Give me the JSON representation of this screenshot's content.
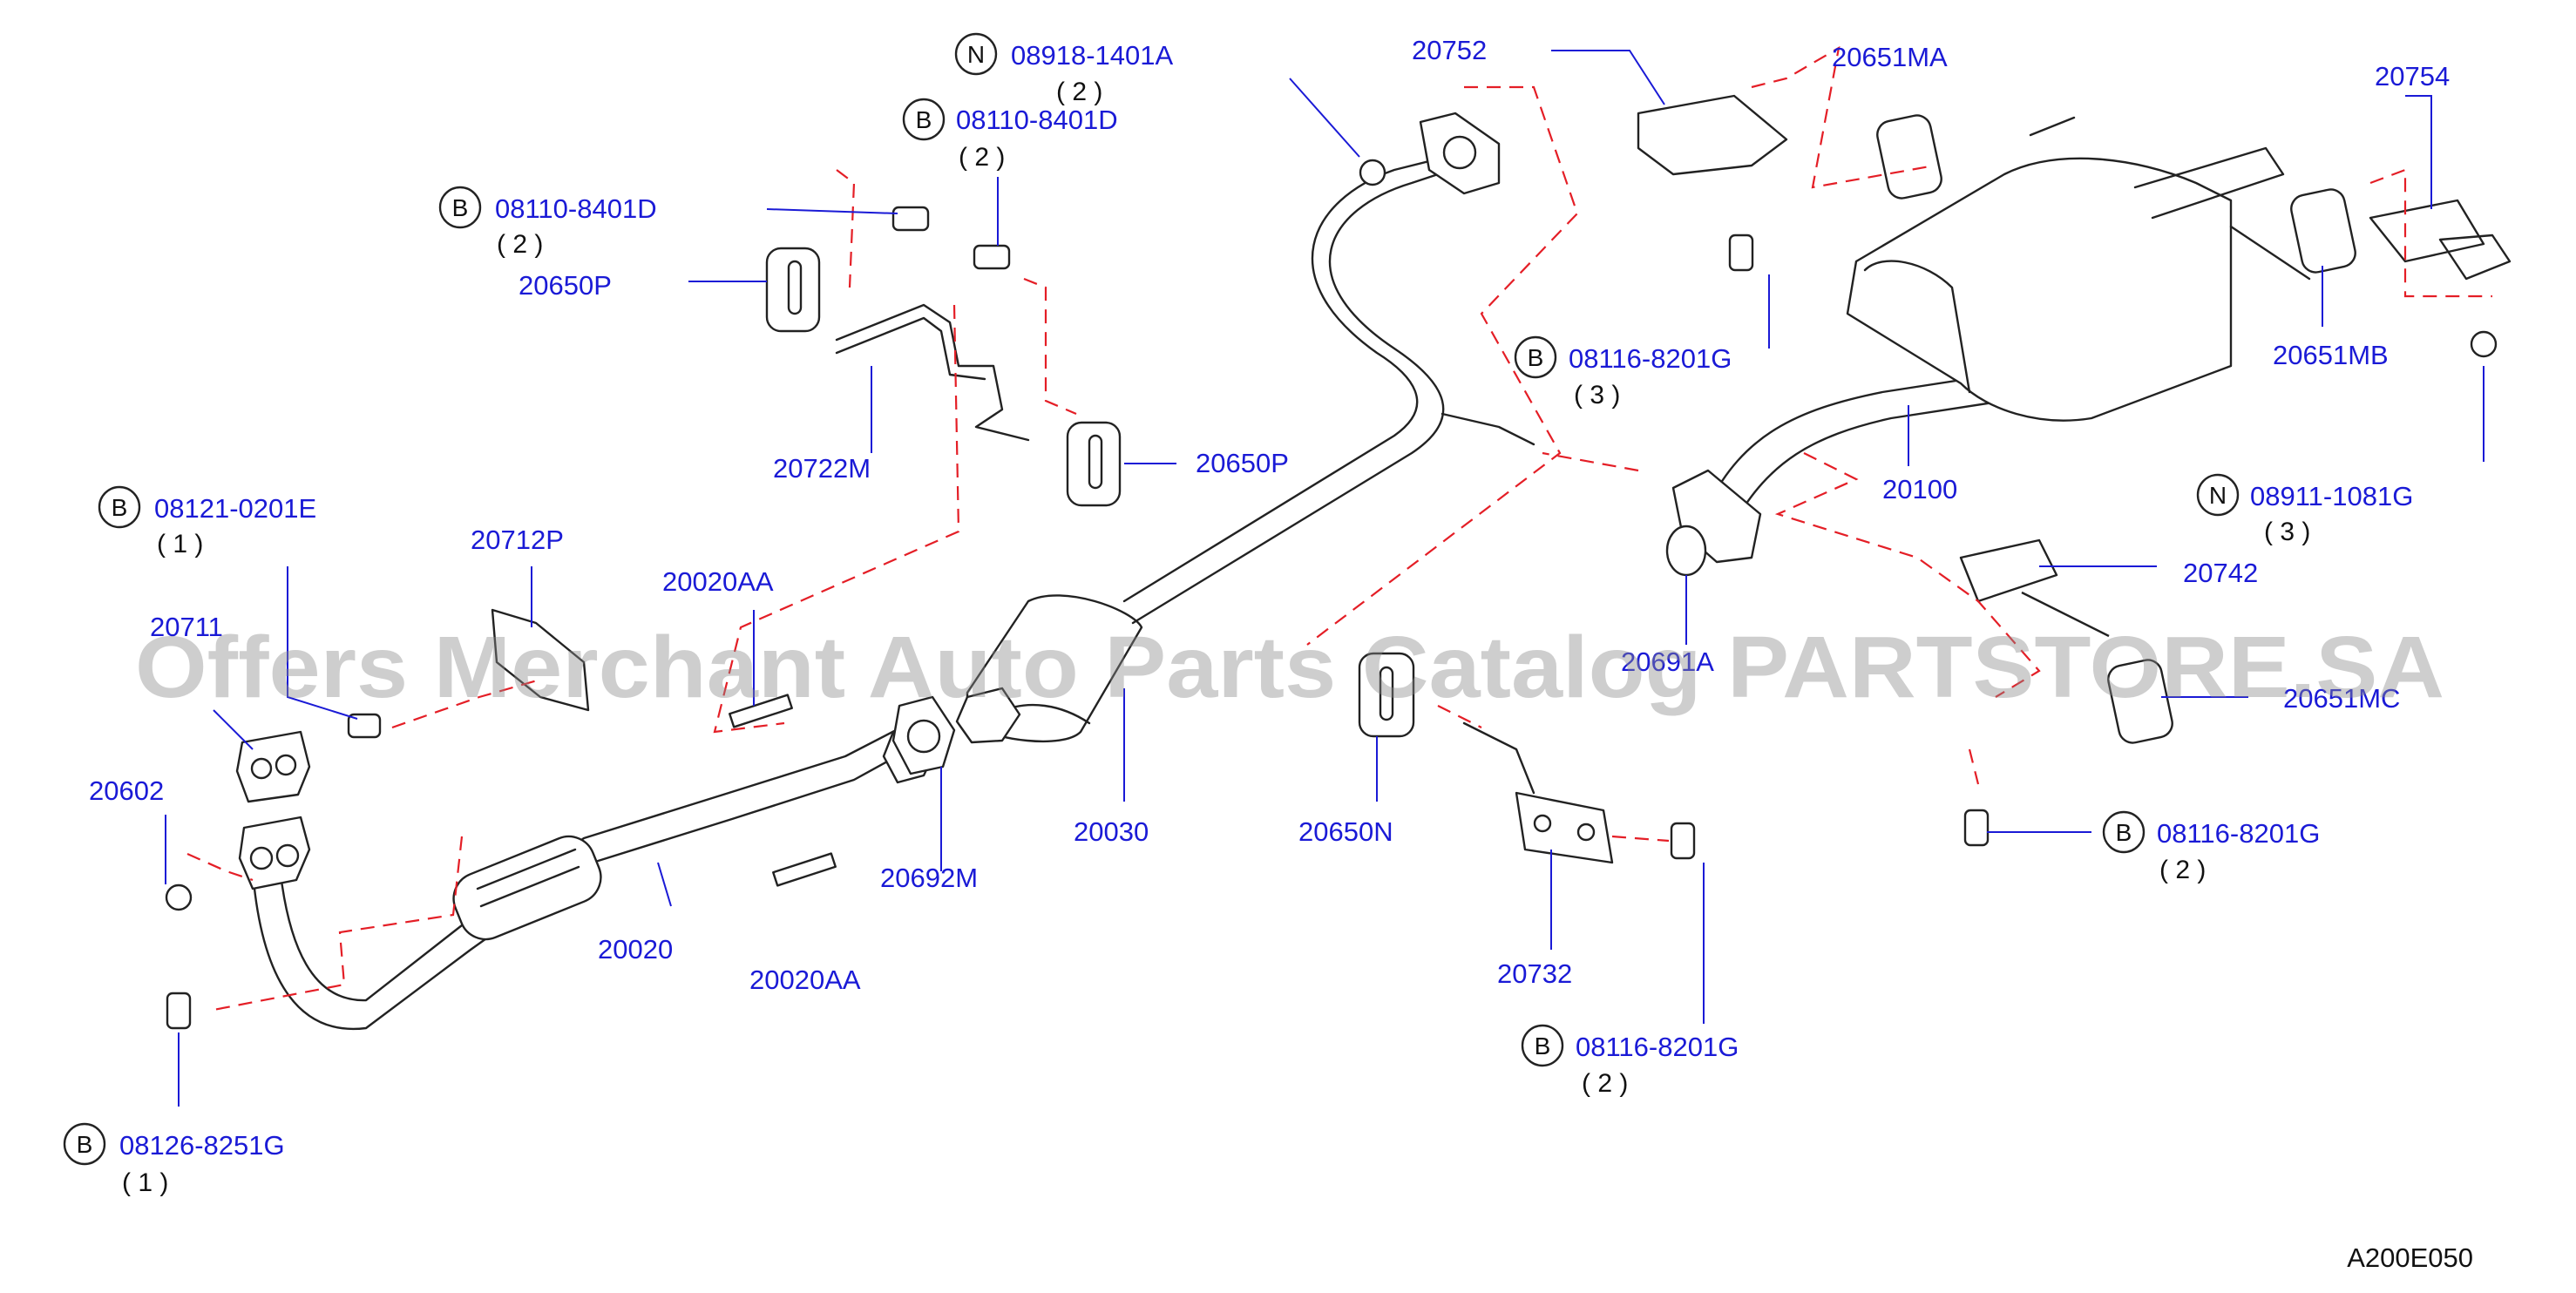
{
  "watermark": "Offers Merchant Auto Parts Catalog PARTSTORE.SA",
  "diagram_code": "A200E050",
  "parts": [
    {
      "id": "p20752",
      "number": "20752"
    },
    {
      "id": "p20651MA",
      "number": "20651MA"
    },
    {
      "id": "p20754",
      "number": "20754"
    },
    {
      "id": "p20650P_a",
      "number": "20650P"
    },
    {
      "id": "p20650P_b",
      "number": "20650P"
    },
    {
      "id": "p20722M",
      "number": "20722M"
    },
    {
      "id": "p20712P",
      "number": "20712P"
    },
    {
      "id": "p20711",
      "number": "20711"
    },
    {
      "id": "p20602",
      "number": "20602"
    },
    {
      "id": "p20020AA_a",
      "number": "20020AA"
    },
    {
      "id": "p20020AA_b",
      "number": "20020AA"
    },
    {
      "id": "p20020",
      "number": "20020"
    },
    {
      "id": "p20692M",
      "number": "20692M"
    },
    {
      "id": "p20030",
      "number": "20030"
    },
    {
      "id": "p20650N",
      "number": "20650N"
    },
    {
      "id": "p20732",
      "number": "20732"
    },
    {
      "id": "p20100",
      "number": "20100"
    },
    {
      "id": "p20691A",
      "number": "20691A"
    },
    {
      "id": "p20742",
      "number": "20742"
    },
    {
      "id": "p20651MC",
      "number": "20651MC"
    },
    {
      "id": "p20651MB",
      "number": "20651MB"
    }
  ],
  "fasteners": [
    {
      "id": "f1",
      "letter": "N",
      "number": "08918-1401A",
      "qty": "( 2 )"
    },
    {
      "id": "f2",
      "letter": "B",
      "number": "08110-8401D",
      "qty": "( 2 )"
    },
    {
      "id": "f3",
      "letter": "B",
      "number": "08110-8401D",
      "qty": "( 2 )"
    },
    {
      "id": "f4",
      "letter": "B",
      "number": "08116-8201G",
      "qty": "( 3 )"
    },
    {
      "id": "f5",
      "letter": "N",
      "number": "08911-1081G",
      "qty": "( 3 )"
    },
    {
      "id": "f6",
      "letter": "B",
      "number": "08121-0201E",
      "qty": "( 1 )"
    },
    {
      "id": "f7",
      "letter": "B",
      "number": "08116-8201G",
      "qty": "( 2 )"
    },
    {
      "id": "f8",
      "letter": "B",
      "number": "08116-8201G",
      "qty": "( 2 )"
    },
    {
      "id": "f9",
      "letter": "B",
      "number": "08126-8251G",
      "qty": "( 1 )"
    }
  ]
}
